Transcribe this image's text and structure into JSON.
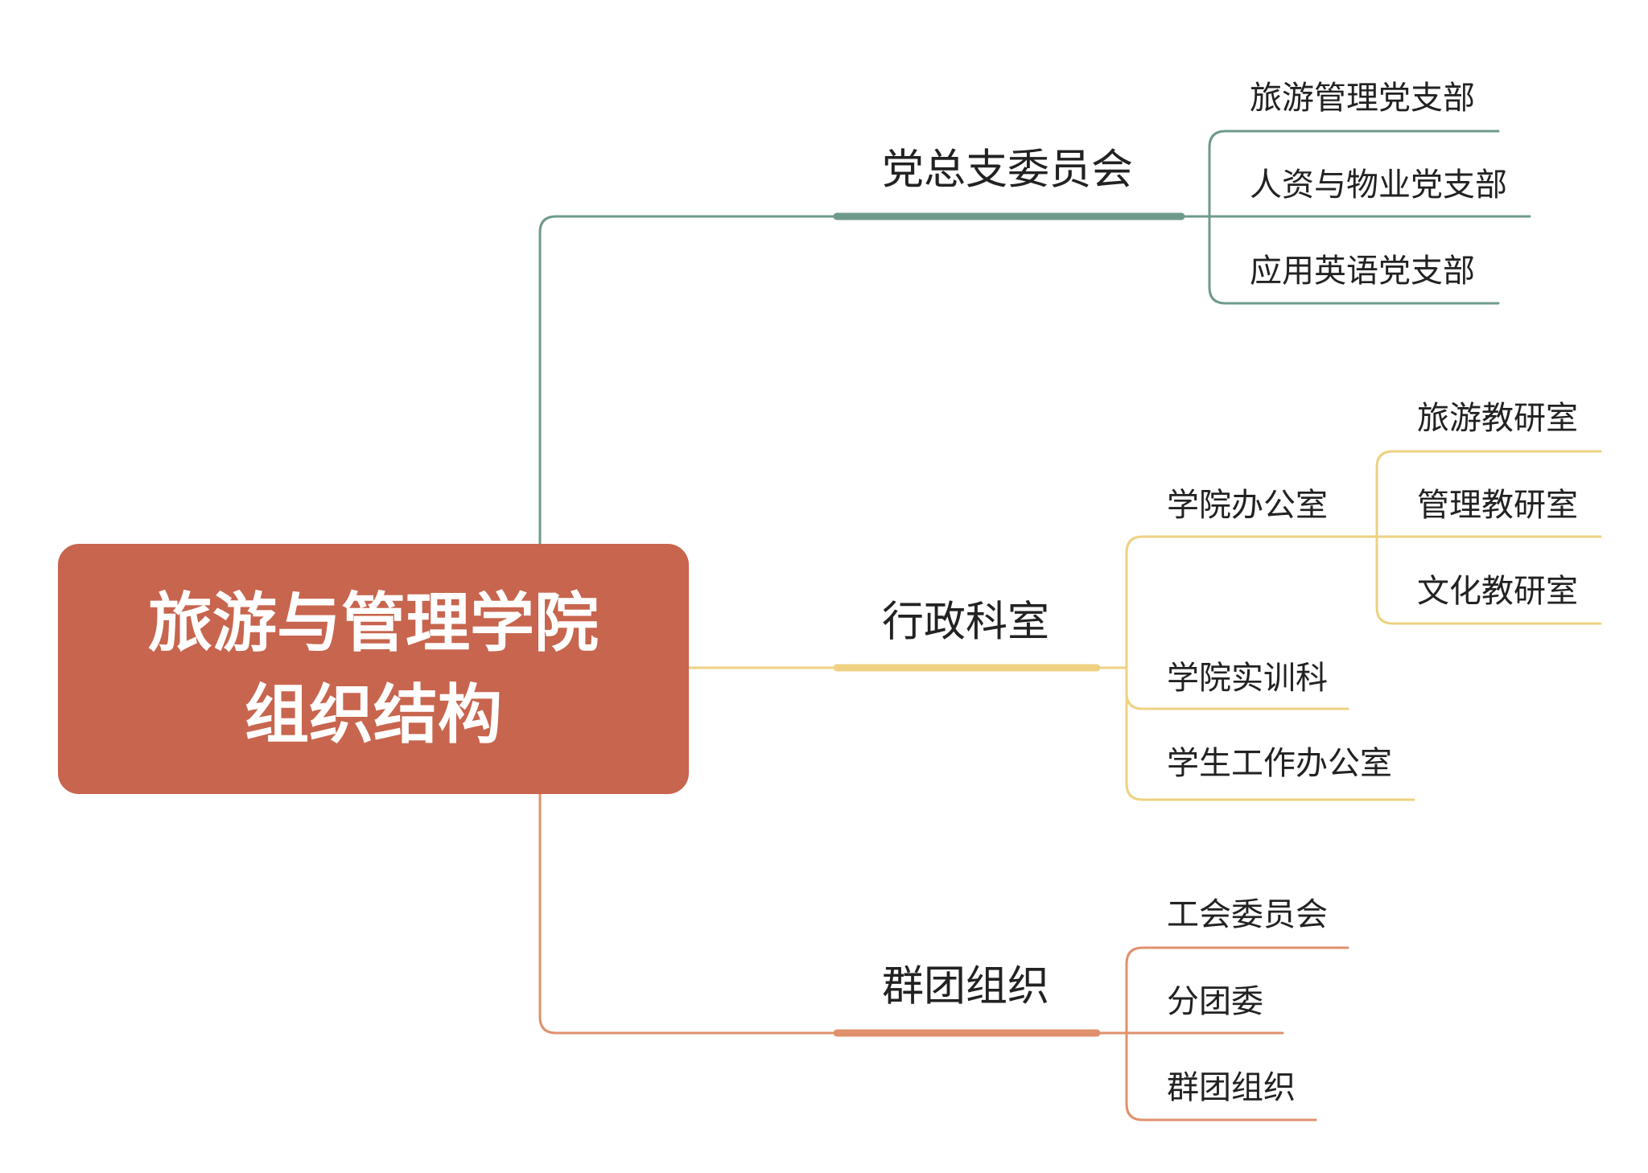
{
  "colors": {
    "root": "#C8654E",
    "party": "#6F9A8A",
    "admin": "#EED282",
    "mass": "#E0906C"
  },
  "root": {
    "line1": "旅游与管理学院",
    "line2": "组织结构"
  },
  "branches": {
    "party": {
      "label": "党总支委员会",
      "children": [
        "旅游管理党支部",
        "人资与物业党支部",
        "应用英语党支部"
      ]
    },
    "admin": {
      "label": "行政科室",
      "office": {
        "label": "学院办公室",
        "children": [
          "旅游教研室",
          "管理教研室",
          "文化教研室"
        ]
      },
      "children": [
        "学院实训科",
        "学生工作办公室"
      ]
    },
    "mass": {
      "label": "群团组织",
      "children": [
        "工会委员会",
        "分团委",
        "群团组织"
      ]
    }
  }
}
